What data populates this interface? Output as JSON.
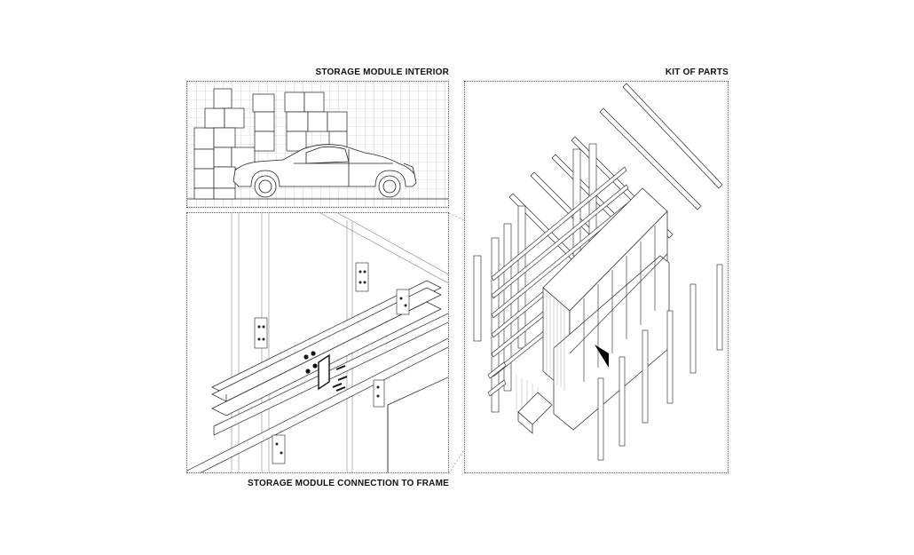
{
  "labels": {
    "storage_module_interior": "STORAGE MODULE INTERIOR",
    "kit_of_parts": "KIT OF PARTS",
    "storage_module_connection": "STORAGE MODULE CONNECTION TO FRAME"
  },
  "colors": {
    "line": "#222222",
    "grid": "#bbbbbb",
    "panel_border": "#555555",
    "fill_black": "#000000",
    "background": "#ffffff"
  },
  "icons": {
    "car": "car-illustration",
    "boxes": "stacked-boxes",
    "bolts": "bolt-set"
  }
}
